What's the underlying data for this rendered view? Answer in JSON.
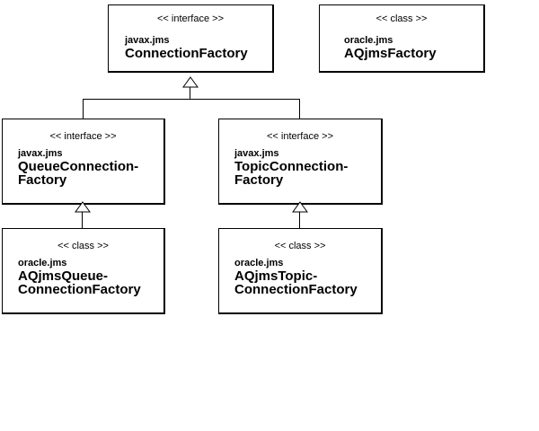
{
  "diagram": {
    "background_color": "#ffffff",
    "line_color": "#000000",
    "nodes": [
      {
        "id": "connection-factory",
        "stereotype": "<< interface >>",
        "package": "javax.jms",
        "name_lines": [
          "ConnectionFactory"
        ]
      },
      {
        "id": "aqjms-factory",
        "stereotype": "<< class >>",
        "package": "oracle.jms",
        "name_lines": [
          "AQjmsFactory"
        ]
      },
      {
        "id": "queue-connection-factory",
        "stereotype": "<< interface >>",
        "package": "javax.jms",
        "name_lines": [
          "QueueConnection-",
          "Factory"
        ]
      },
      {
        "id": "topic-connection-factory",
        "stereotype": "<< interface >>",
        "package": "javax.jms",
        "name_lines": [
          "TopicConnection-",
          "Factory"
        ]
      },
      {
        "id": "aqjms-queue-connection-factory",
        "stereotype": "<< class >>",
        "package": "oracle.jms",
        "name_lines": [
          "AQjmsQueue-",
          "ConnectionFactory"
        ]
      },
      {
        "id": "aqjms-topic-connection-factory",
        "stereotype": "<< class >>",
        "package": "oracle.jms",
        "name_lines": [
          "AQjmsTopic-",
          "ConnectionFactory"
        ]
      }
    ],
    "relationships": [
      {
        "type": "generalization",
        "from": "queue-connection-factory",
        "to": "connection-factory"
      },
      {
        "type": "generalization",
        "from": "topic-connection-factory",
        "to": "connection-factory"
      },
      {
        "type": "generalization",
        "from": "aqjms-queue-connection-factory",
        "to": "queue-connection-factory"
      },
      {
        "type": "generalization",
        "from": "aqjms-topic-connection-factory",
        "to": "topic-connection-factory"
      }
    ]
  }
}
